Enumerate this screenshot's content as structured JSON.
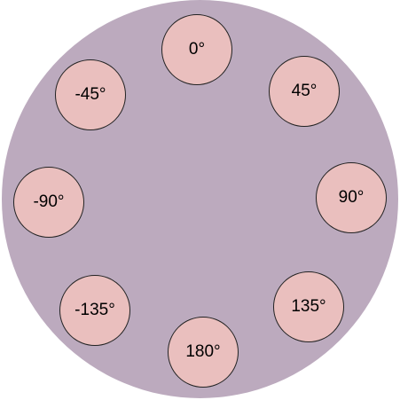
{
  "colors": {
    "outer_circle": "#bcaabe",
    "node_fill": "#eabfbe",
    "node_border": "#222222",
    "text": "#000000"
  },
  "nodes": {
    "n0": "0°",
    "n45": "45°",
    "n90": "90°",
    "n135": "135°",
    "n180": "180°",
    "nm135": "-135°",
    "nm90": "-90°",
    "nm45": "-45°"
  }
}
